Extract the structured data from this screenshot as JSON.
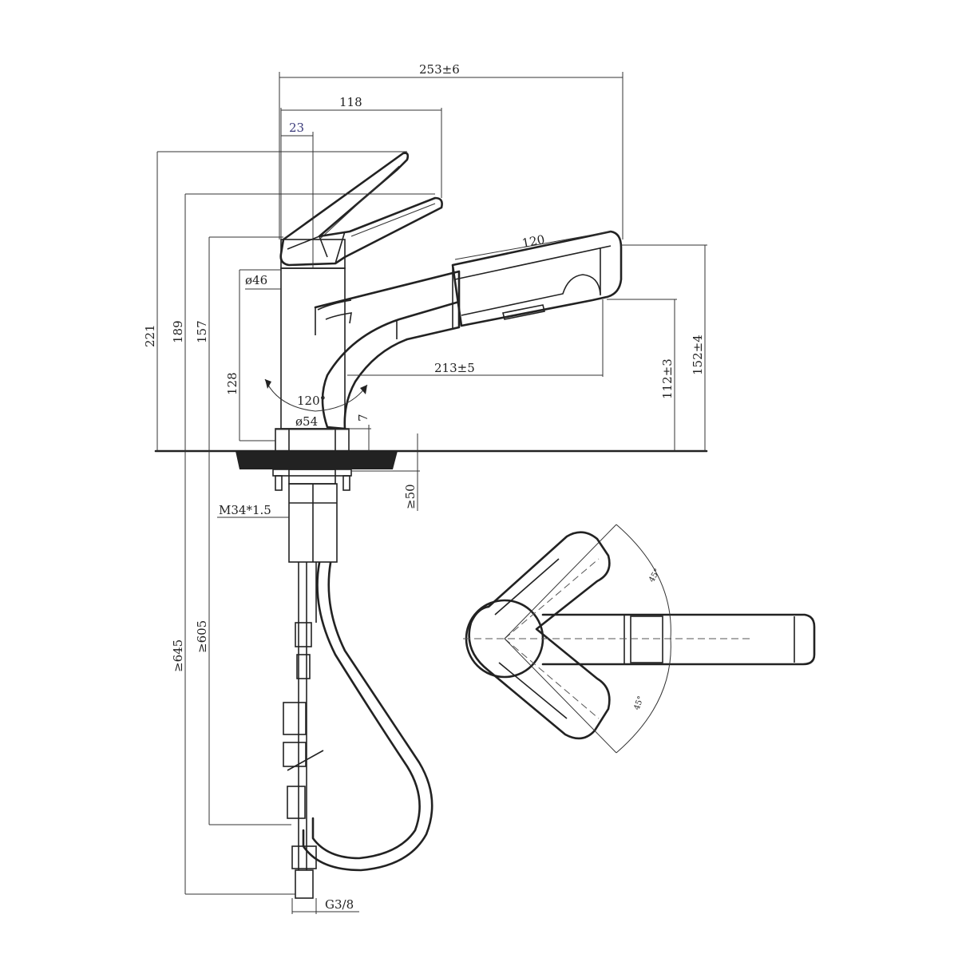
{
  "dimensions": {
    "overall_length": "253±6",
    "spout_reach": "118",
    "handle_width": "23",
    "total_height": "221",
    "handle_height": "189",
    "body_height": "157",
    "base_to_outlet": "128",
    "outlet_height": "112±3",
    "max_height": "152±4",
    "pullout_head_length": "120",
    "spout_projection": "213±5",
    "body_diameter": "ø46",
    "base_diameter": "ø54",
    "base_thickness": "7",
    "swivel_angle": "120°",
    "min_hole_depth": "≥50",
    "thread": "M34*1.5",
    "hose_length_a": "≥645",
    "hose_length_b": "≥605",
    "connection": "G3/8",
    "handle_angle_a": "45°",
    "handle_angle_b": "45°"
  }
}
